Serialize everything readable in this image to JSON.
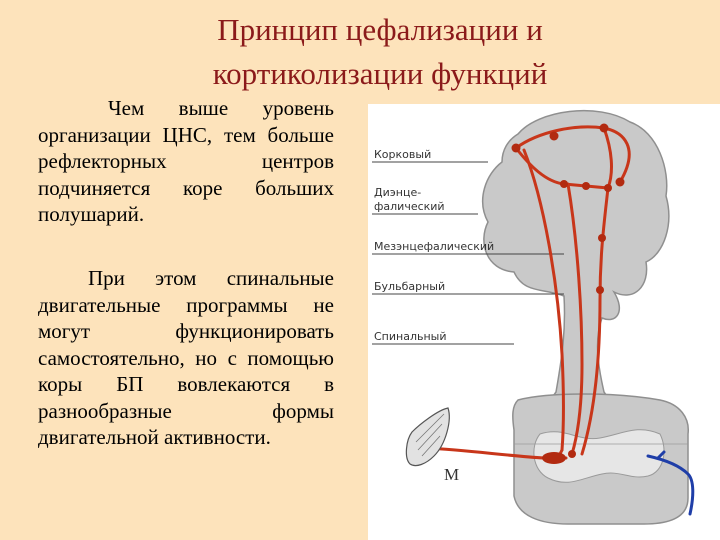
{
  "slide": {
    "title_line1": "Принцип цефализации и",
    "title_line2": "кортиколизации функций",
    "paragraph1": "Чем выше уровень организации ЦНС, тем больше рефлекторных центров подчиняется коре больших полушарий.",
    "paragraph2": "При этом спинальные двигательные программы не могут функционировать самостоятельно, но с помощью коры БП вовлекаются в разнообразные формы двигательной активности."
  },
  "diagram": {
    "labels": {
      "cortical": "Корковый",
      "diencephalic_1": "Диэнце-",
      "diencephalic_2": "фалический",
      "mesencephalic": "Мезэнцефалический",
      "bulbar": "Бульбарный",
      "spinal": "Спинальный",
      "muscle": "М"
    },
    "colors": {
      "pathway": "#c8361a",
      "neuron": "#b22a10",
      "sensory": "#1f3ea8",
      "tissue": "#c9c9c9",
      "tissue_edge": "#8f8f8f",
      "label_line": "#444444"
    }
  }
}
